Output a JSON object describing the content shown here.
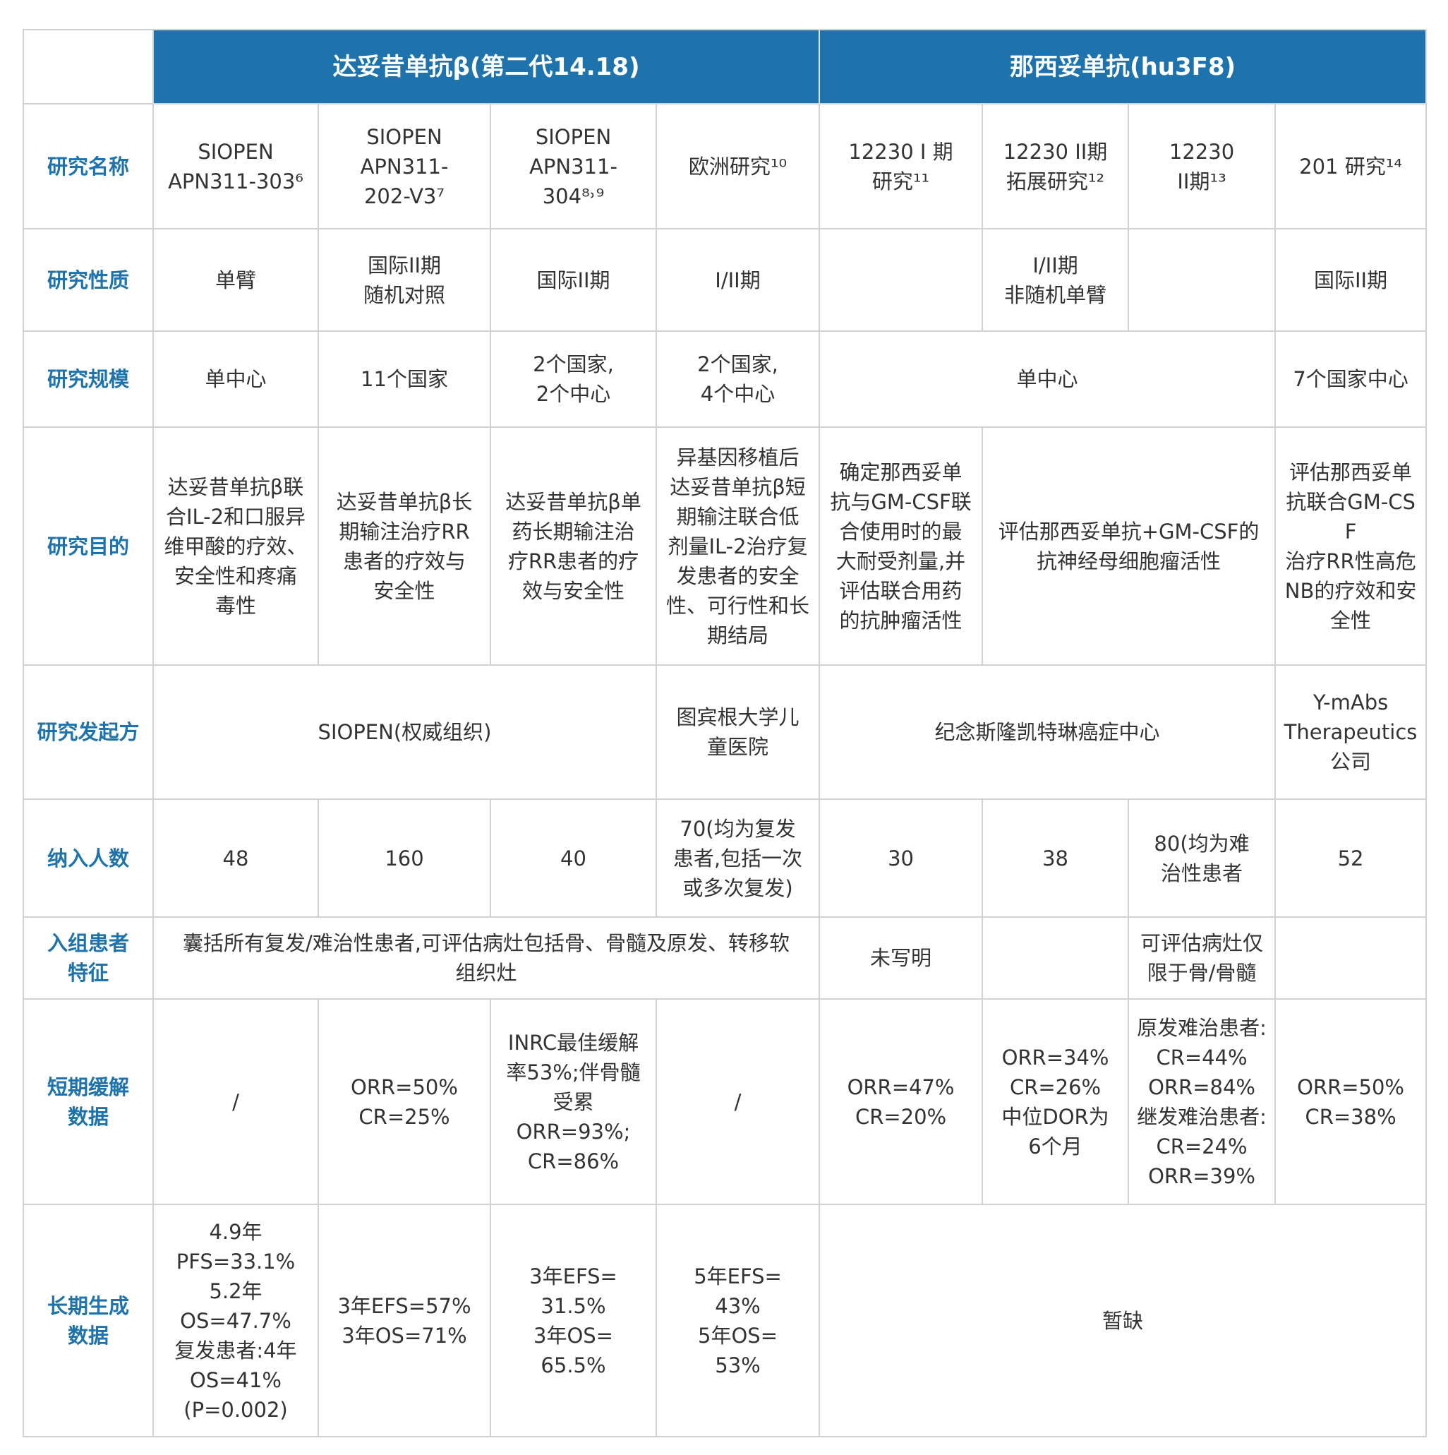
{
  "colors": {
    "header_bg": "#1e73ad",
    "header_text": "#ffffff",
    "row_label": "#1e73ad",
    "body_text": "#333333",
    "grid": "#cfd3d6"
  },
  "groups": {
    "dinutuximab_beta": "达妥昔单抗β(第二代14.18)",
    "naxitamab": "那西妥单抗(hu3F8)"
  },
  "row_labels": {
    "name": "研究名称",
    "nature": "研究性质",
    "scale": "研究规模",
    "purpose": "研究目的",
    "sponsor": "研究发起方",
    "enrolled": "纳入人数",
    "patients": "入组患者\n特征",
    "short_term": "短期缓解\n数据",
    "long_term": "长期生成\n数据"
  },
  "rows": {
    "name": [
      "SIOPEN\nAPN311-303⁶",
      "SIOPEN\nAPN311-\n202-V3⁷",
      "SIOPEN\nAPN311-\n304⁸˒⁹",
      "欧洲研究¹⁰",
      "12230 I 期\n研究¹¹",
      "12230 II期\n拓展研究¹²",
      "12230\nII期¹³",
      "201 研究¹⁴"
    ],
    "nature": {
      "c1": "单臂",
      "c2": "国际II期\n随机对照",
      "c3": "国际II期",
      "c4": "I/II期",
      "c5": "",
      "c6": "I/II期\n非随机单臂",
      "c7": "",
      "c8": "国际II期"
    },
    "scale": {
      "c1": "单中心",
      "c2": "11个国家",
      "c3": "2个国家,\n2个中心",
      "c4": "2个国家,\n4个中心",
      "c5_7": "单中心",
      "c8": "7个国家中心"
    },
    "purpose": {
      "c1": "达妥昔单抗β联\n合IL-2和口服异\n维甲酸的疗效、\n安全性和疼痛\n毒性",
      "c2": "达妥昔单抗β长\n期输注治疗RR\n患者的疗效与\n安全性",
      "c3": "达妥昔单抗β单\n药长期输注治\n疗RR患者的疗\n效与安全性",
      "c4": "异基因移植后\n达妥昔单抗β短\n期输注联合低\n剂量IL-2治疗复\n发患者的安全\n性、可行性和长\n期结局",
      "c5": "确定那西妥单\n抗与GM-CSF联\n合使用时的最\n大耐受剂量,并\n评估联合用药\n的抗肿瘤活性",
      "c6_7": "评估那西妥单抗+GM-CSF的\n抗神经母细胞瘤活性",
      "c8": "评估那西妥单\n抗联合GM-CSF\n治疗RR性高危\nNB的疗效和安\n全性"
    },
    "sponsor": {
      "c1_3": "SIOPEN(权威组织)",
      "c4": "图宾根大学儿\n童医院",
      "c5_7": "纪念斯隆凯特琳癌症中心",
      "c8": "Y-mAbs\nTherapeutics\n公司"
    },
    "enrolled": {
      "c1": "48",
      "c2": "160",
      "c3": "40",
      "c4": "70(均为复发\n患者,包括一次\n或多次复发)",
      "c5": "30",
      "c6": "38",
      "c7": "80(均为难\n治性患者",
      "c8": "52"
    },
    "patients": {
      "c1_4": "囊括所有复发/难治性患者,可评估病灶包括骨、骨髓及原发、转移软\n组织灶",
      "c5": "未写明",
      "c6": "",
      "c7": "可评估病灶仅\n限于骨/骨髓",
      "c8": ""
    },
    "short_term": {
      "c1": "/",
      "c2": "ORR=50%\nCR=25%",
      "c3": "INRC最佳缓解\n率53%;伴骨髓\n受累\nORR=93%;\nCR=86%",
      "c4": "/",
      "c5": "ORR=47%\nCR=20%",
      "c6": "ORR=34%\nCR=26%\n中位DOR为\n6个月",
      "c7": "原发难治患者:\nCR=44%\nORR=84%\n继发难治患者:\nCR=24%\nORR=39%",
      "c8": "ORR=50%\nCR=38%"
    },
    "long_term": {
      "c1": "4.9年\nPFS=33.1%\n5.2年\nOS=47.7%\n复发患者:4年\nOS=41%\n(P=0.002)",
      "c2": "3年EFS=57%\n3年OS=71%",
      "c3": "3年EFS=\n31.5%\n3年OS=\n65.5%",
      "c4": "5年EFS=\n43%\n5年OS=\n53%",
      "c5_8": "暂缺"
    }
  }
}
